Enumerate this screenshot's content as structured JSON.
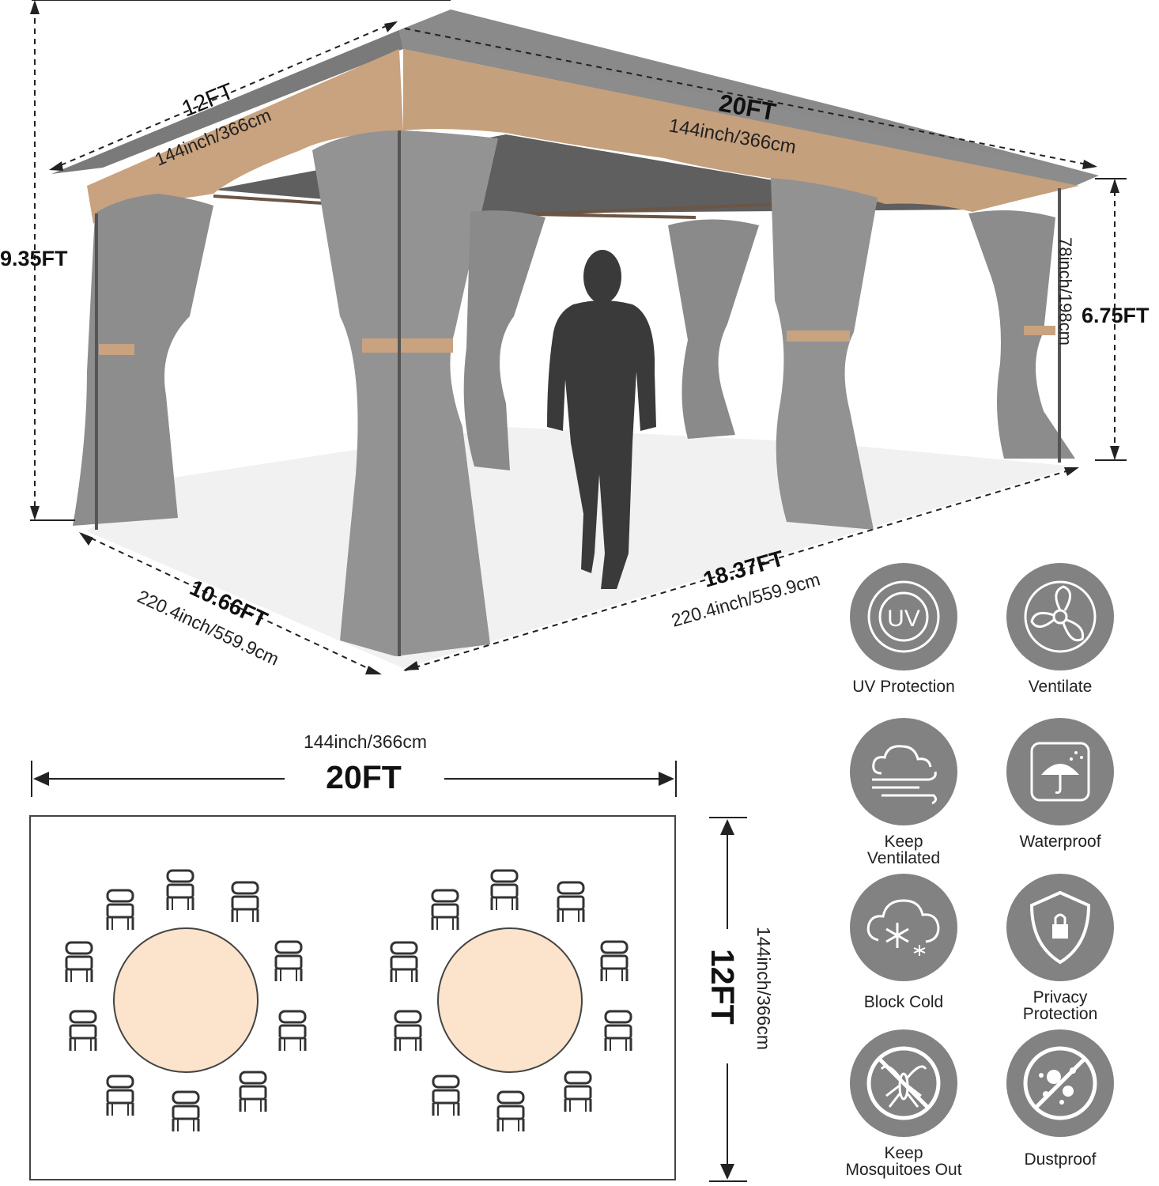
{
  "dimensions": {
    "height_total": "9.35FT",
    "depth_top": "12FT",
    "depth_top_sub": "144inch/366cm",
    "length_top": "20FT",
    "length_top_sub": "144inch/366cm",
    "side_height": "6.75FT",
    "side_height_sub": "78inch/198cm",
    "depth_bottom": "10.66FT",
    "depth_bottom_sub": "220.4inch/559.9cm",
    "length_bottom": "18.37FT",
    "length_bottom_sub": "220.4inch/559.9cm"
  },
  "floorplan": {
    "width_label": "20FT",
    "width_sub": "144inch/366cm",
    "height_label": "12FT",
    "height_sub": "144inch/366cm",
    "table_color": "#fbe3cc"
  },
  "features": [
    {
      "icon": "uv-icon",
      "label": "UV Protection"
    },
    {
      "icon": "fan-icon",
      "label": "Ventilate"
    },
    {
      "icon": "wind-cloud-icon",
      "label": "Keep\nVentilated"
    },
    {
      "icon": "umbrella-rain-icon",
      "label": "Waterproof"
    },
    {
      "icon": "snow-cloud-icon",
      "label": "Block Cold"
    },
    {
      "icon": "shield-lock-icon",
      "label": "Privacy\nProtection"
    },
    {
      "icon": "no-mosquito-icon",
      "label": "Keep\nMosquitoes Out"
    },
    {
      "icon": "no-dust-icon",
      "label": "Dustproof"
    }
  ],
  "colors": {
    "canopy_tan": "#c9a27f",
    "roof_grey": "#7d7d7d",
    "curtain_grey": "#8d8d8d",
    "icon_grey": "#828282"
  }
}
